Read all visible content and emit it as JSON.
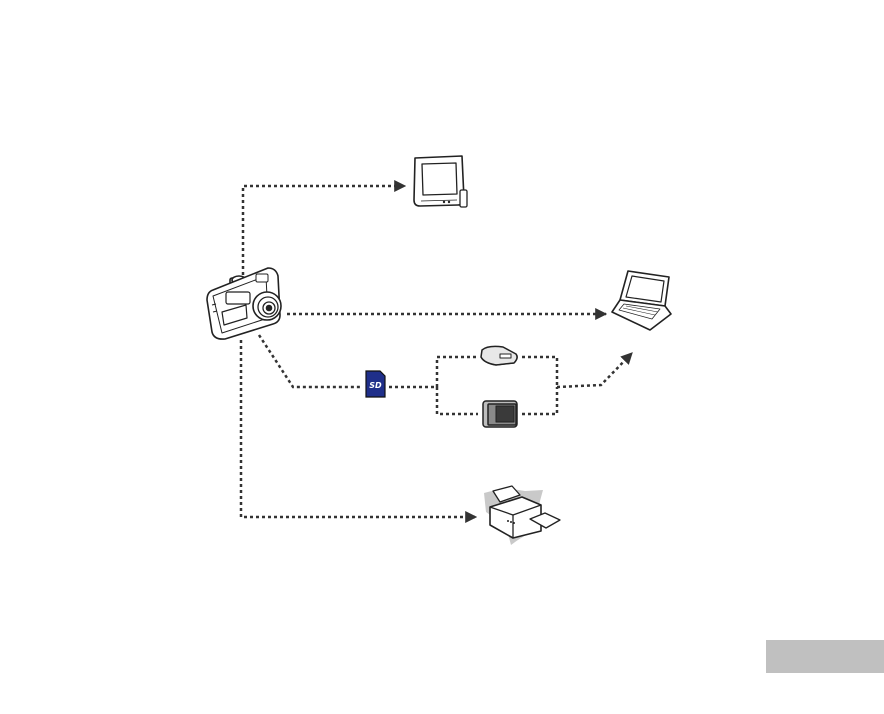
{
  "diagram": {
    "type": "camera-connectivity",
    "nodes": [
      {
        "id": "camera",
        "icon": "digital-camera-icon"
      },
      {
        "id": "tv",
        "icon": "television-icon"
      },
      {
        "id": "computer",
        "icon": "laptop-icon"
      },
      {
        "id": "sd-card",
        "icon": "sd-card-icon",
        "text": "SD"
      },
      {
        "id": "card-reader",
        "icon": "card-reader-icon"
      },
      {
        "id": "card-slot",
        "icon": "card-slot-icon"
      },
      {
        "id": "printer",
        "icon": "printer-icon"
      }
    ],
    "connections": [
      {
        "from": "camera",
        "to": "tv"
      },
      {
        "from": "camera",
        "to": "computer"
      },
      {
        "from": "camera",
        "to": "sd-card"
      },
      {
        "from": "sd-card",
        "to": "card-reader"
      },
      {
        "from": "sd-card",
        "to": "card-slot"
      },
      {
        "from": "card-reader",
        "to": "computer"
      },
      {
        "from": "card-slot",
        "to": "computer"
      },
      {
        "from": "camera",
        "to": "printer"
      }
    ],
    "line_color": "#333333",
    "sd_card_color": "#1f2f8a"
  },
  "page_tab": {
    "label": "",
    "color": "#c0c0c0"
  }
}
